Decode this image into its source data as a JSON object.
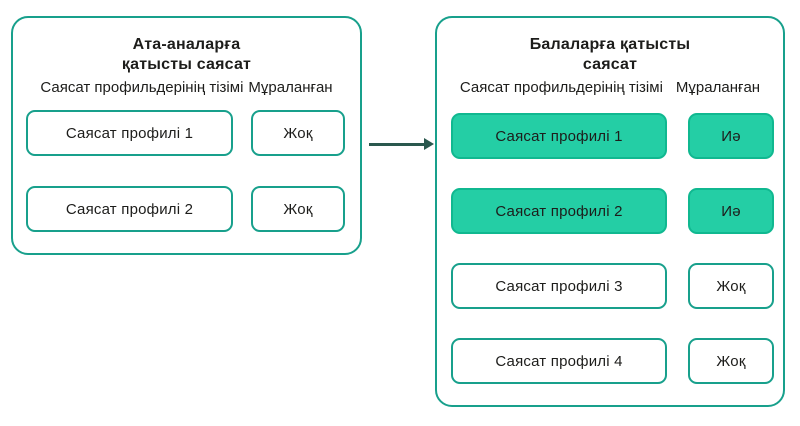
{
  "colors": {
    "teal_border": "#18a08c",
    "green_fill": "#24cea5",
    "green_border": "#10b890",
    "arrow": "#2a584e",
    "text": "#1d1d1b"
  },
  "left_panel": {
    "title_line1": "Ата-аналарға",
    "title_line2": "қатысты саясат",
    "column_headers": {
      "profiles": "Саясат профильдерінің тізімі",
      "inherited": "Мұраланған"
    },
    "rows": [
      {
        "profile": "Саясат профилі 1",
        "inherited": "Жоқ",
        "highlighted": false
      },
      {
        "profile": "Саясат профилі 2",
        "inherited": "Жоқ",
        "highlighted": false
      }
    ]
  },
  "right_panel": {
    "title_line1": "Балаларға қатысты",
    "title_line2": "саясат",
    "column_headers": {
      "profiles": "Саясат профильдерінің тізімі",
      "inherited": "Мұраланған"
    },
    "rows": [
      {
        "profile": "Саясат профилі 1",
        "inherited": "Иә",
        "highlighted": true
      },
      {
        "profile": "Саясат профилі 2",
        "inherited": "Иә",
        "highlighted": true
      },
      {
        "profile": "Саясат профилі 3",
        "inherited": "Жоқ",
        "highlighted": false
      },
      {
        "profile": "Саясат профилі 4",
        "inherited": "Жоқ",
        "highlighted": false
      }
    ]
  },
  "arrow": {
    "direction": "right"
  }
}
